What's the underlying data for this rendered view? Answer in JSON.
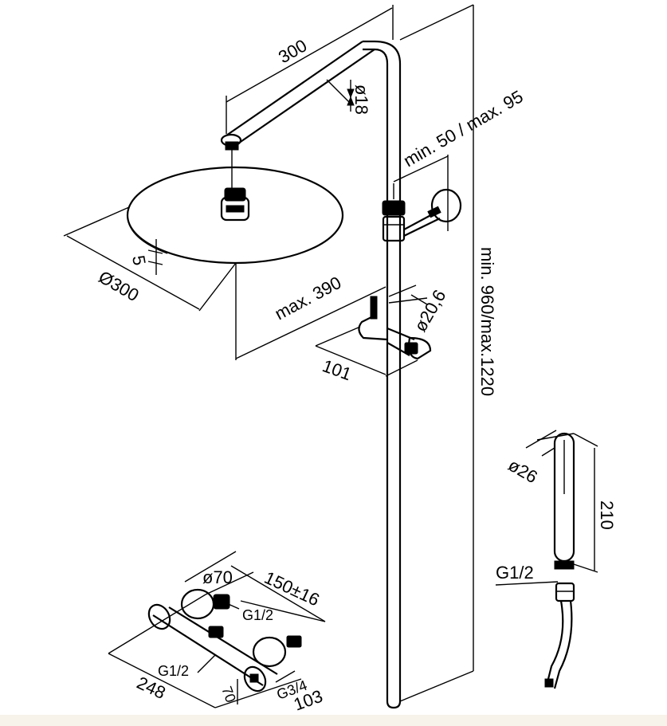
{
  "dimensions": {
    "arm_length": "300",
    "arm_diameter": "ø18",
    "arm_height_range": "min. 50 / max. 95",
    "head_diameter": "Ø300",
    "head_thickness": "5",
    "max_reach": "max. 390",
    "holder_diameter": "ø20,6",
    "holder_depth": "101",
    "column_height": "min. 960/max.1220",
    "hand_diameter": "ø26",
    "hand_length": "210",
    "hand_thread": "G1/2",
    "valve_diameter": "ø70",
    "valve_centers": "150±16",
    "valve_outlet_thread": "G1/2",
    "valve_inlet_thread": "G1/2",
    "valve_length": "248",
    "valve_depth": "70",
    "valve_connection": "G3/4",
    "valve_width": "103"
  },
  "colors": {
    "line": "#000000",
    "background": "#ffffff",
    "strip": "#f7f2ea"
  }
}
